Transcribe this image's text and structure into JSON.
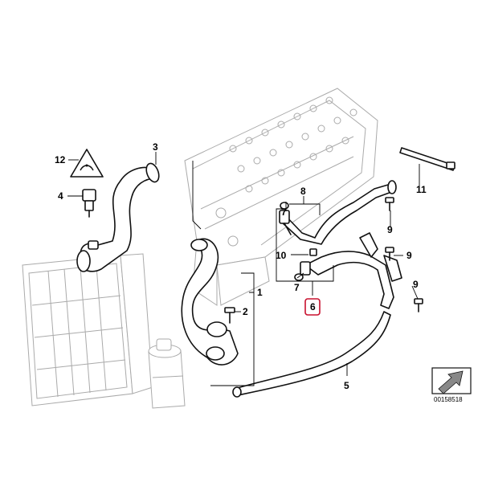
{
  "callouts": {
    "c1": "1",
    "c2": "2",
    "c3": "3",
    "c4": "4",
    "c5": "5",
    "c6": "6",
    "c7a": "7",
    "c7b": "7",
    "c8": "8",
    "c9a": "9",
    "c9b": "9",
    "c9c": "9",
    "c10": "10",
    "c11": "11",
    "c12": "12"
  },
  "highlighted_callout": "6",
  "drawing_code": "00158518",
  "icons": {
    "corner": "arrow-corner-icon",
    "warning": "hot-coolant-warning-icon"
  },
  "colors": {
    "line": "#111111",
    "ghost": "#aaaaaa",
    "highlight": "#c8102e"
  }
}
